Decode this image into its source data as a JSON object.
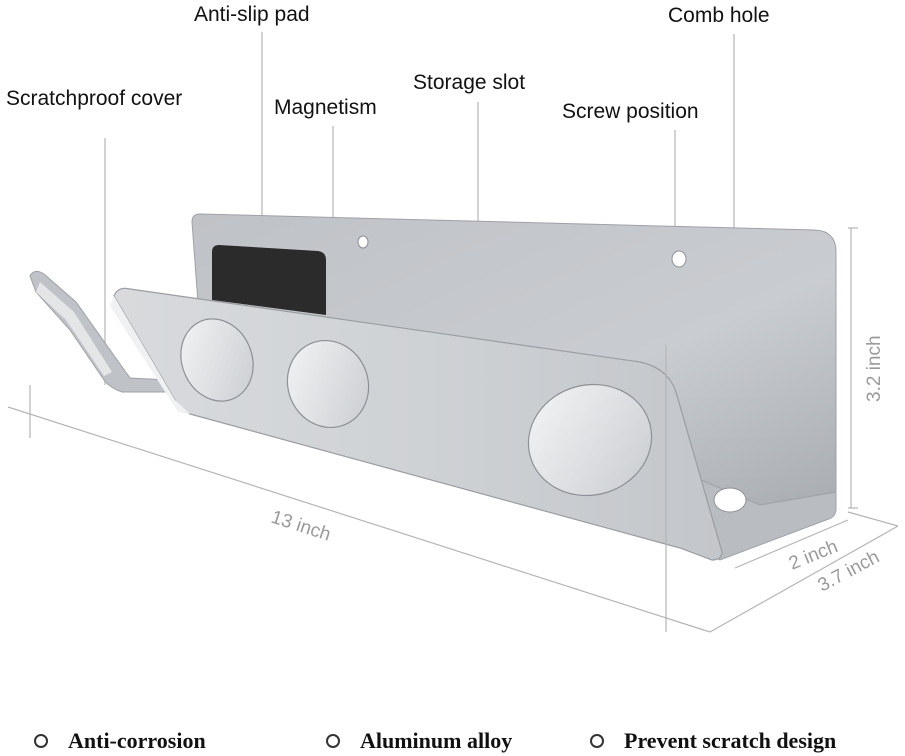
{
  "callouts": {
    "anti_slip_pad": "Anti-slip pad",
    "comb_hole": "Comb hole",
    "scratchproof_cover": "Scratchproof cover",
    "magnetism": "Magnetism",
    "storage_slot": "Storage slot",
    "screw_position": "Screw position"
  },
  "dimensions": {
    "length": "13 inch",
    "height": "3.2 inch",
    "depth_inner": "2 inch",
    "depth_outer": "3.7 inch"
  },
  "features": [
    {
      "label": "Anti-corrosion",
      "icon": "circle-bullet-icon"
    },
    {
      "label": "Aluminum alloy",
      "icon": "circle-bullet-icon"
    },
    {
      "label": "Prevent scratch design",
      "icon": "circle-bullet-icon"
    }
  ],
  "colors": {
    "aluminum": "#c4c7cb",
    "aluminum_light": "#dfe1e4",
    "pad": "#2b2b2b",
    "leader_line": "#b5b5b5",
    "dimension_text": "#9a9a9a"
  }
}
